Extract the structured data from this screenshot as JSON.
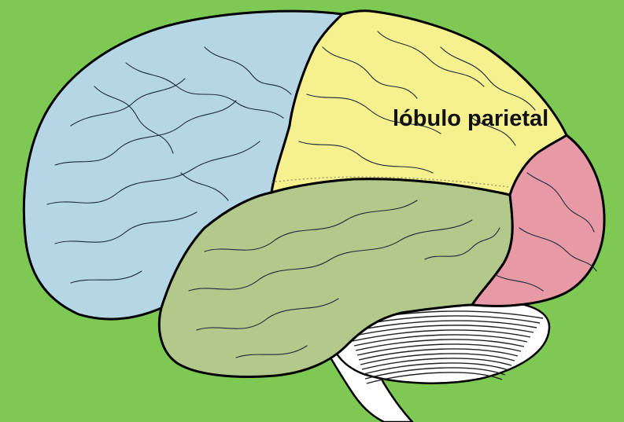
{
  "background_color": "#7dc953",
  "label": {
    "text": "lóbulo parietal",
    "color": "#111111"
  },
  "lobes": [
    {
      "name": "frontal-lobe",
      "color": "#b5d6e4"
    },
    {
      "name": "parietal-lobe",
      "color": "#f6f18f"
    },
    {
      "name": "temporal-lobe",
      "color": "#b3c98c"
    },
    {
      "name": "occipital-lobe",
      "color": "#e79aa6"
    },
    {
      "name": "cerebellum",
      "color": "#ffffff"
    },
    {
      "name": "brainstem",
      "color": "#ffffff"
    }
  ]
}
